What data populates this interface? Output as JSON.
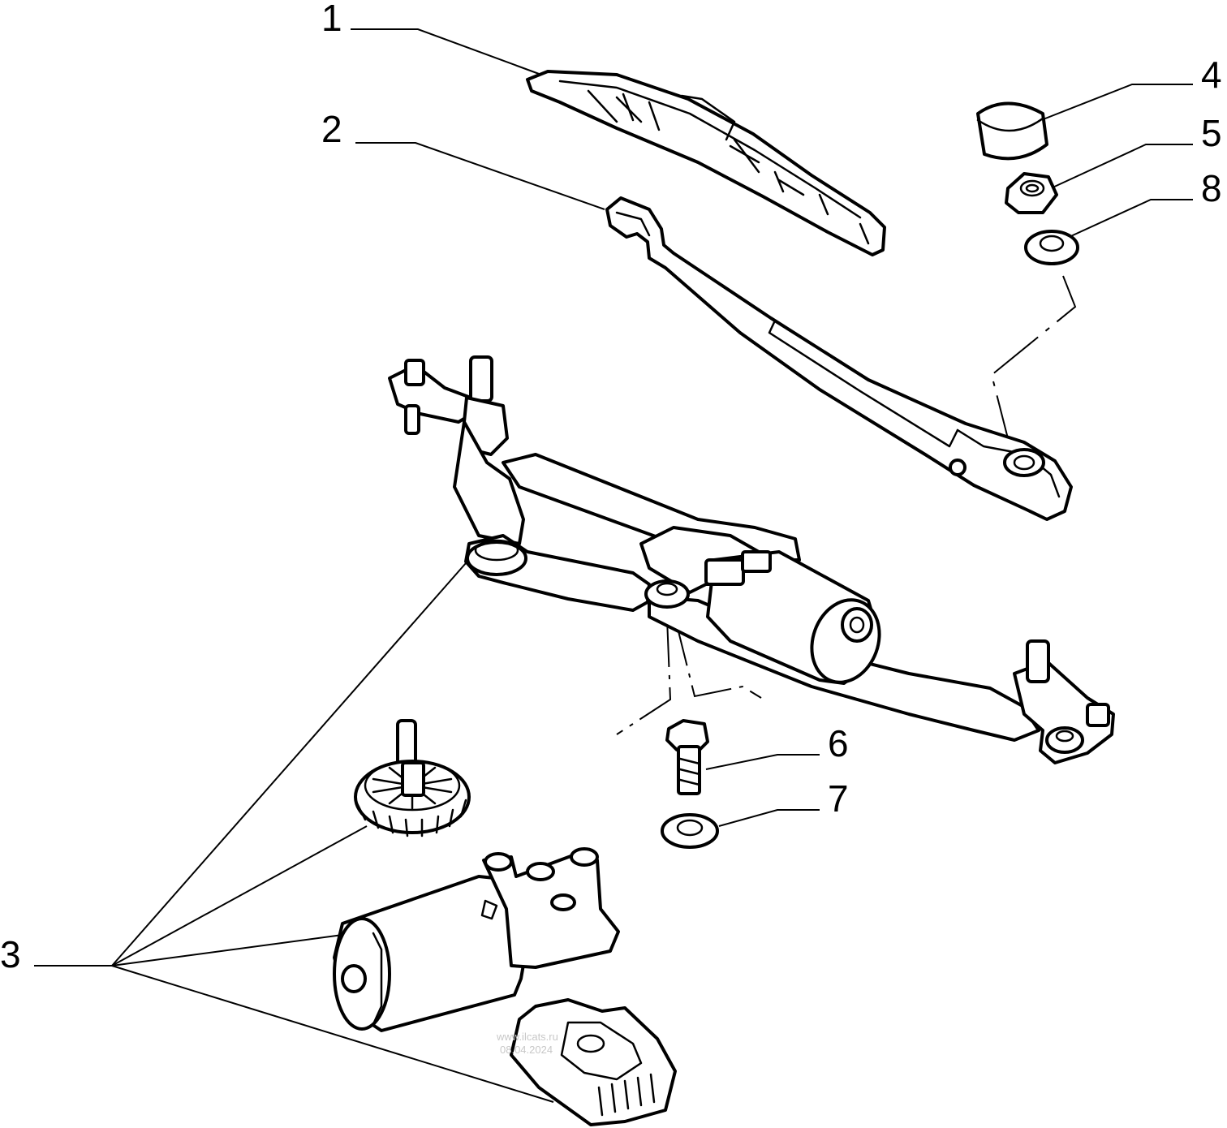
{
  "callouts": [
    {
      "id": "1",
      "label": "1"
    },
    {
      "id": "2",
      "label": "2"
    },
    {
      "id": "3",
      "label": "3"
    },
    {
      "id": "4",
      "label": "4"
    },
    {
      "id": "5",
      "label": "5"
    },
    {
      "id": "6",
      "label": "6"
    },
    {
      "id": "7",
      "label": "7"
    },
    {
      "id": "8",
      "label": "8"
    }
  ],
  "watermark": {
    "line1": "www.ilcats.ru",
    "line2": "08.04.2024"
  }
}
